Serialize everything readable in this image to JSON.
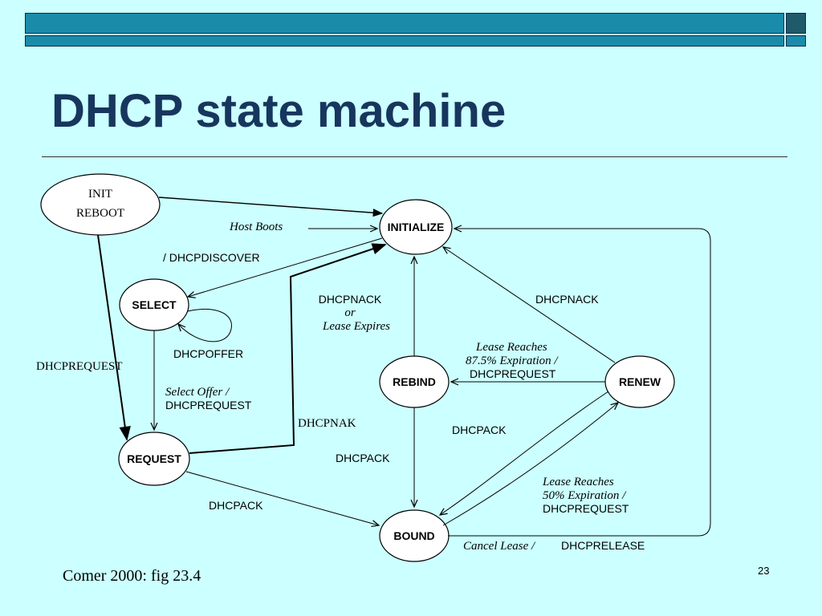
{
  "slide": {
    "title": "DHCP state machine",
    "caption": "Comer 2000: fig 23.4",
    "page_number": "23"
  },
  "colors": {
    "background": "#ccffff",
    "title": "#17365d",
    "bar": "#1a8caa",
    "bar_dark": "#1f5a6b"
  },
  "diagram": {
    "states": {
      "init_reboot_line1": "INIT",
      "init_reboot_line2": "REBOOT",
      "initialize": "INITIALIZE",
      "select": "SELECT",
      "request": "REQUEST",
      "rebind": "REBIND",
      "renew": "RENEW",
      "bound": "BOUND"
    },
    "labels": {
      "host_boots": "Host Boots",
      "dhcpdiscover": "/ DHCPDISCOVER",
      "dhcpoffer": "DHCPOFFER",
      "dhcprequest_left": "DHCPREQUEST",
      "select_offer_1": "Select Offer /",
      "select_offer_2": "DHCPREQUEST",
      "dhcpnak": "DHCPNAK",
      "nack_or_expire_1": "DHCPNACK",
      "nack_or_expire_2": "or",
      "nack_or_expire_3": "Lease Expires",
      "renew_nack": "DHCPNACK",
      "lease_875_1": "Lease  Reaches",
      "lease_875_2": "87.5% Expiration /",
      "lease_875_3": "DHCPREQUEST",
      "renew_ack": "DHCPACK",
      "rebind_ack": "DHCPACK",
      "request_ack": "DHCPACK",
      "lease_50_1": "Lease  Reaches",
      "lease_50_2": "50% Expiration /",
      "lease_50_3": "DHCPREQUEST",
      "cancel_lease": "Cancel Lease /",
      "dhcprelease": "DHCPRELEASE"
    }
  }
}
